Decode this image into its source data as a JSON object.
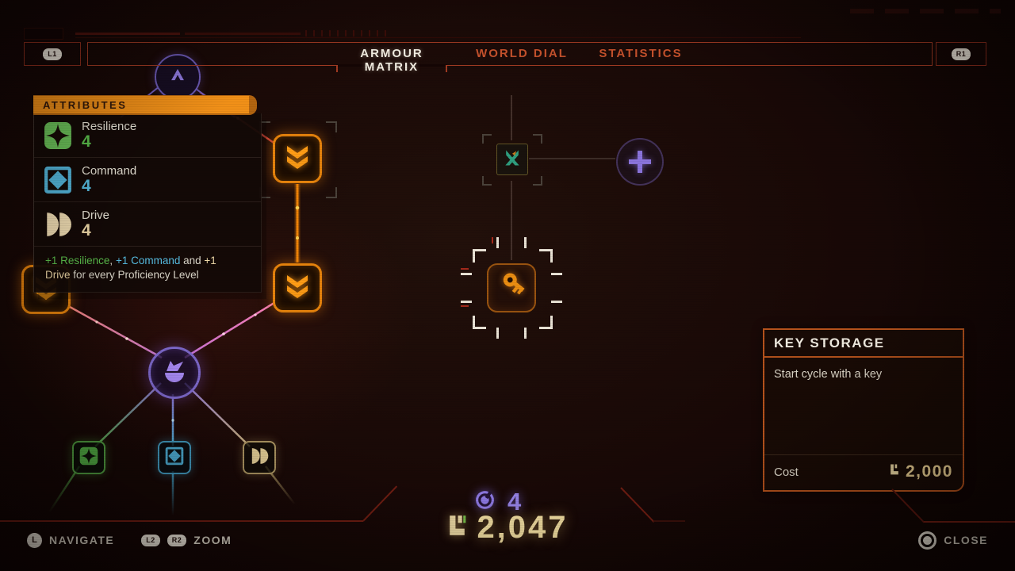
{
  "header": {
    "left_bumper": "L1",
    "right_bumper": "R1",
    "tabs": [
      {
        "label": "ARMOUR MATRIX",
        "active": true
      },
      {
        "label": "WORLD DIAL",
        "active": false
      },
      {
        "label": "STATISTICS",
        "active": false
      }
    ]
  },
  "attributes_panel": {
    "title": "ATTRIBUTES",
    "rows": [
      {
        "name": "Resilience",
        "value": "4",
        "icon": "resilience-icon",
        "color": "#5cc14d"
      },
      {
        "name": "Command",
        "value": "4",
        "icon": "command-icon",
        "color": "#57bde2"
      },
      {
        "name": "Drive",
        "value": "4",
        "icon": "drive-icon",
        "color": "#efd9a8"
      }
    ],
    "description": [
      {
        "text": "+1 Resilience",
        "color": "#5cc14d"
      },
      {
        "text": ", ",
        "color": "#ddd8cb"
      },
      {
        "text": "+1 Command",
        "color": "#57bde2"
      },
      {
        "text": " and ",
        "color": "#ddd8cb"
      },
      {
        "text": "+1 Drive",
        "color": "#efd9a8"
      },
      {
        "text": " for every Proficiency Level",
        "color": "#ddd8cb"
      }
    ]
  },
  "key_storage_panel": {
    "title": "KEY STORAGE",
    "description": "Start cycle with a key",
    "cost_label": "Cost",
    "cost_value": "2,000"
  },
  "counters": {
    "purple_count": "4",
    "currency_amount": "2,047"
  },
  "footer": {
    "navigate_button": "L",
    "navigate_label": "NAVIGATE",
    "zoom_button_left": "L2",
    "zoom_button_right": "R2",
    "zoom_label": "ZOOM",
    "close_label": "CLOSE"
  },
  "colors": {
    "accent_orange": "#f19018",
    "node_orange": "#e5820c",
    "tab_inactive_red": "#c4512c",
    "resilience_green": "#5cc14d",
    "command_blue": "#57bde2",
    "drive_cream": "#efd9a8",
    "purple": "#9583e6",
    "currency_gold": "#f3dfa2"
  }
}
